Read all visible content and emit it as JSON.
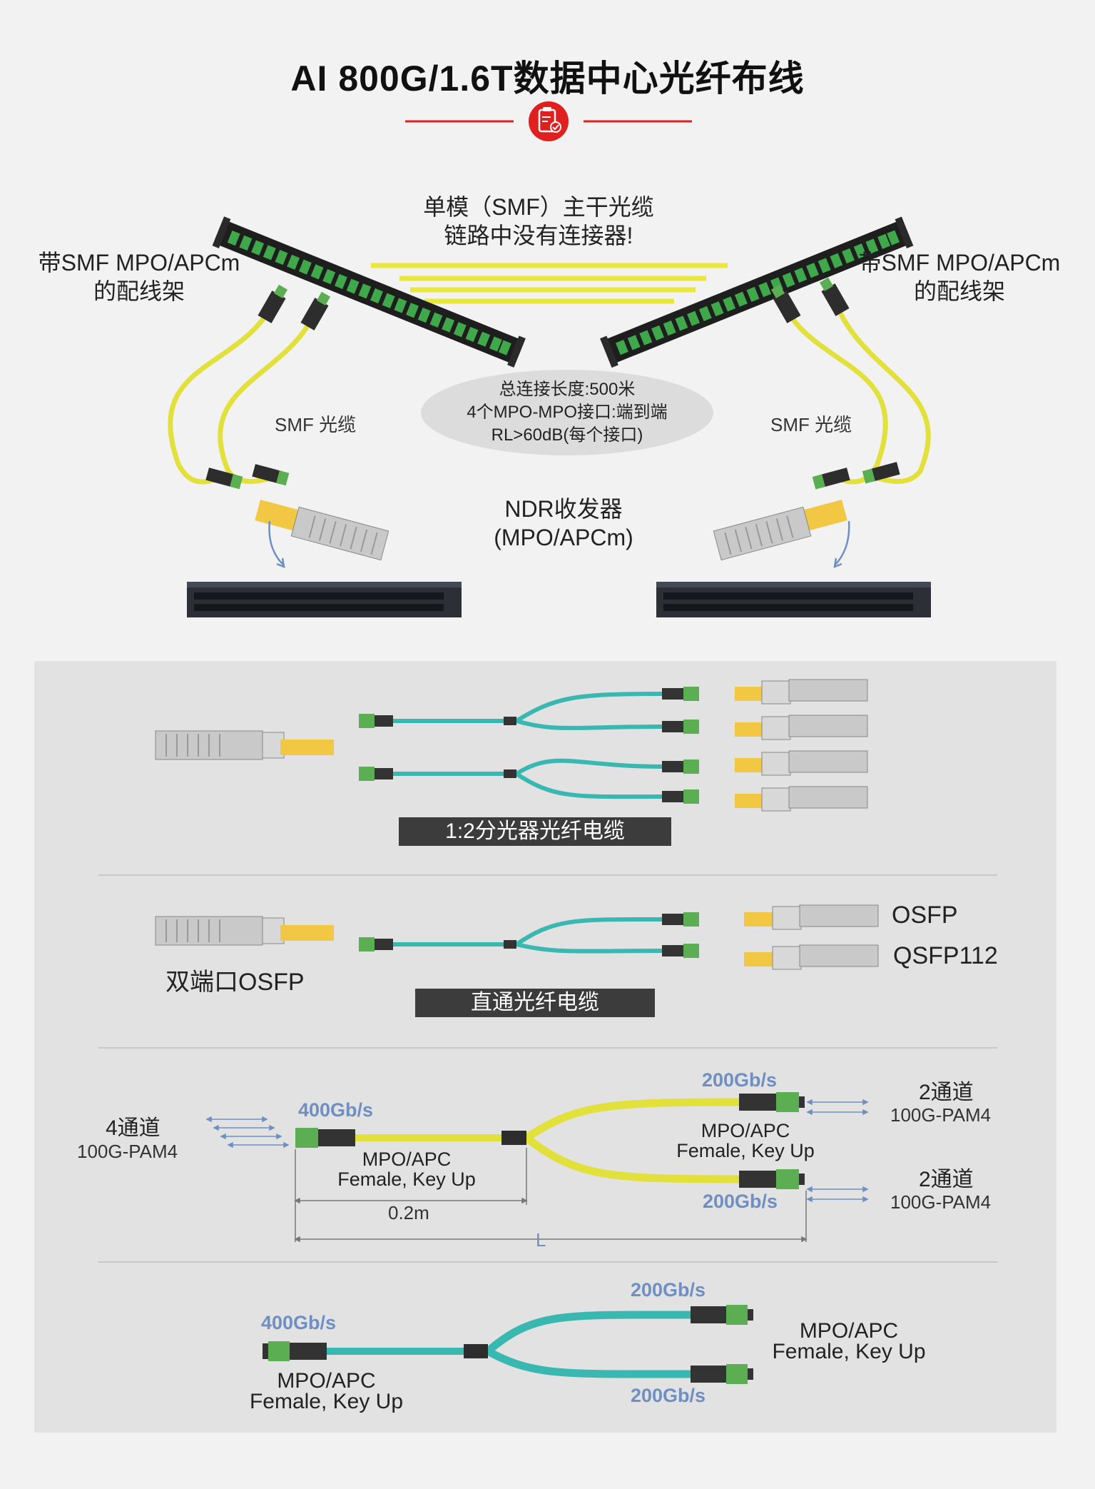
{
  "header": {
    "title": "AI 800G/1.6T数据中心光纤布线"
  },
  "top": {
    "trunk_label_line1": "单模（SMF）主干光缆",
    "trunk_label_line2": "链路中没有连接器!",
    "left_panel_line1": "带SMF MPO/APCm",
    "left_panel_line2": "的配线架",
    "right_panel_line1": "带SMF MPO/APCm",
    "right_panel_line2": "的配线架",
    "left_cable": "SMF 光缆",
    "right_cable": "SMF 光缆",
    "info_line1": "总连接长度:500米",
    "info_line2": "4个MPO-MPO接口:端到端",
    "info_line3": "RL>60dB(每个接口)",
    "transceiver_line1": "NDR收发器",
    "transceiver_line2": "(MPO/APCm)"
  },
  "section1": {
    "caption": "1:2分光器光纤电缆"
  },
  "section2": {
    "left_label": "双端口OSFP",
    "caption": "直通光纤电缆",
    "osfp": "OSFP",
    "qsfp": "QSFP112"
  },
  "section3": {
    "left_channels": "4通道",
    "left_pam": "100G-PAM4",
    "rate_in": "400Gb/s",
    "conn_in_line1": "MPO/APC",
    "conn_in_line2": "Female, Key Up",
    "rate_out_top": "200Gb/s",
    "rate_out_bottom": "200Gb/s",
    "conn_out_line1": "MPO/APC",
    "conn_out_line2": "Female, Key Up",
    "right_top_channels": "2通道",
    "right_top_pam": "100G-PAM4",
    "right_bottom_channels": "2通道",
    "right_bottom_pam": "100G-PAM4",
    "dim_short": "0.2m",
    "dim_long": "L"
  },
  "section4": {
    "rate_in": "400Gb/s",
    "conn_in_line1": "MPO/APC",
    "conn_in_line2": "Female, Key Up",
    "rate_out_top": "200Gb/s",
    "rate_out_bottom": "200Gb/s",
    "conn_out_line1": "MPO/APC",
    "conn_out_line2": "Female, Key Up"
  },
  "colors": {
    "accent_red": "#e0201f",
    "yellow_cable": "#e2e03a",
    "teal_cable": "#38b8b0",
    "green_connector": "#5cae52",
    "rate_blue": "#6f8fc2",
    "caption_bg": "#3c3c3c"
  }
}
